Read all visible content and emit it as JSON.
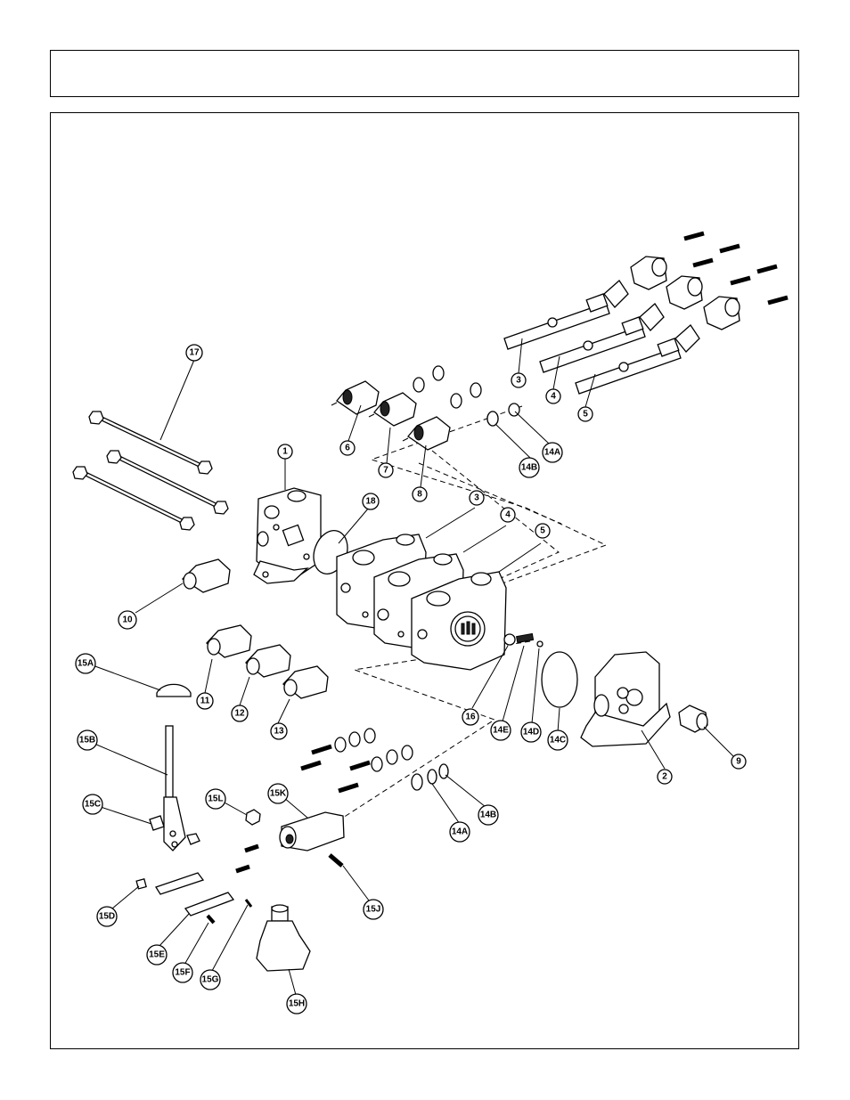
{
  "page": {
    "title": ""
  },
  "callouts": [
    {
      "id": "c17",
      "label": "17"
    },
    {
      "id": "c1",
      "label": "1"
    },
    {
      "id": "c18",
      "label": "18"
    },
    {
      "id": "c10",
      "label": "10"
    },
    {
      "id": "c6",
      "label": "6"
    },
    {
      "id": "c7",
      "label": "7"
    },
    {
      "id": "c8",
      "label": "8"
    },
    {
      "id": "c3a",
      "label": "3"
    },
    {
      "id": "c4a",
      "label": "4"
    },
    {
      "id": "c5a",
      "label": "5"
    },
    {
      "id": "c3b",
      "label": "3"
    },
    {
      "id": "c4b",
      "label": "4"
    },
    {
      "id": "c5b",
      "label": "5"
    },
    {
      "id": "c14Aa",
      "label": "14A"
    },
    {
      "id": "c14Ba",
      "label": "14B"
    },
    {
      "id": "c15A",
      "label": "15A"
    },
    {
      "id": "c11",
      "label": "11"
    },
    {
      "id": "c12",
      "label": "12"
    },
    {
      "id": "c13",
      "label": "13"
    },
    {
      "id": "c15B",
      "label": "15B"
    },
    {
      "id": "c15C",
      "label": "15C"
    },
    {
      "id": "c15L",
      "label": "15L"
    },
    {
      "id": "c15K",
      "label": "15K"
    },
    {
      "id": "c16",
      "label": "16"
    },
    {
      "id": "c14E",
      "label": "14E"
    },
    {
      "id": "c14D",
      "label": "14D"
    },
    {
      "id": "c14C",
      "label": "14C"
    },
    {
      "id": "c2",
      "label": "2"
    },
    {
      "id": "c9",
      "label": "9"
    },
    {
      "id": "c14Ab",
      "label": "14A"
    },
    {
      "id": "c14Bb",
      "label": "14B"
    },
    {
      "id": "c15D",
      "label": "15D"
    },
    {
      "id": "c15E",
      "label": "15E"
    },
    {
      "id": "c15F",
      "label": "15F"
    },
    {
      "id": "c15G",
      "label": "15G"
    },
    {
      "id": "c15J",
      "label": "15J"
    },
    {
      "id": "c15H",
      "label": "15H"
    }
  ]
}
